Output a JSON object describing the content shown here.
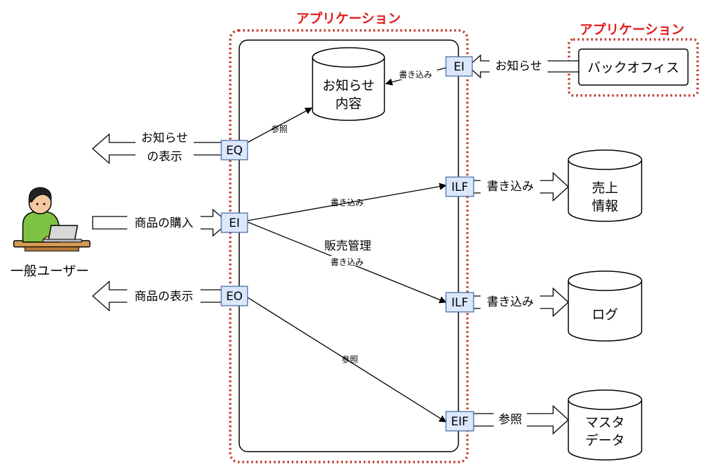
{
  "app_labels": {
    "main": "アプリケーション",
    "backoffice": "アプリケーション"
  },
  "backoffice_box": "バックオフィス",
  "user_label": "一般ユーザー",
  "system_label": "販売管理",
  "notice_store": [
    "お知らせ",
    "内容"
  ],
  "function_points": {
    "ei_top": "EI",
    "eq": "EQ",
    "ei_left": "EI",
    "eo": "EO",
    "ilf_sales": "ILF",
    "ilf_log": "ILF",
    "eif": "EIF"
  },
  "external_stores": {
    "sales": [
      "売上",
      "情報"
    ],
    "log": [
      "ログ"
    ],
    "master": [
      "マスタ",
      "データ"
    ]
  },
  "flows": {
    "notice_in": "お知らせ",
    "notice_display": [
      "お知らせ",
      "の表示"
    ],
    "purchase": "商品の購入",
    "product_display": "商品の表示",
    "write_sales": "書き込み",
    "write_log": "書き込み",
    "reference_master": "参照"
  },
  "edges": {
    "write_notice": "書き込み",
    "ref_notice": "参照",
    "write_to_ilf_sales": "書き込み",
    "write_to_ilf_log": "書き込み",
    "ref_to_eif": "参照"
  }
}
